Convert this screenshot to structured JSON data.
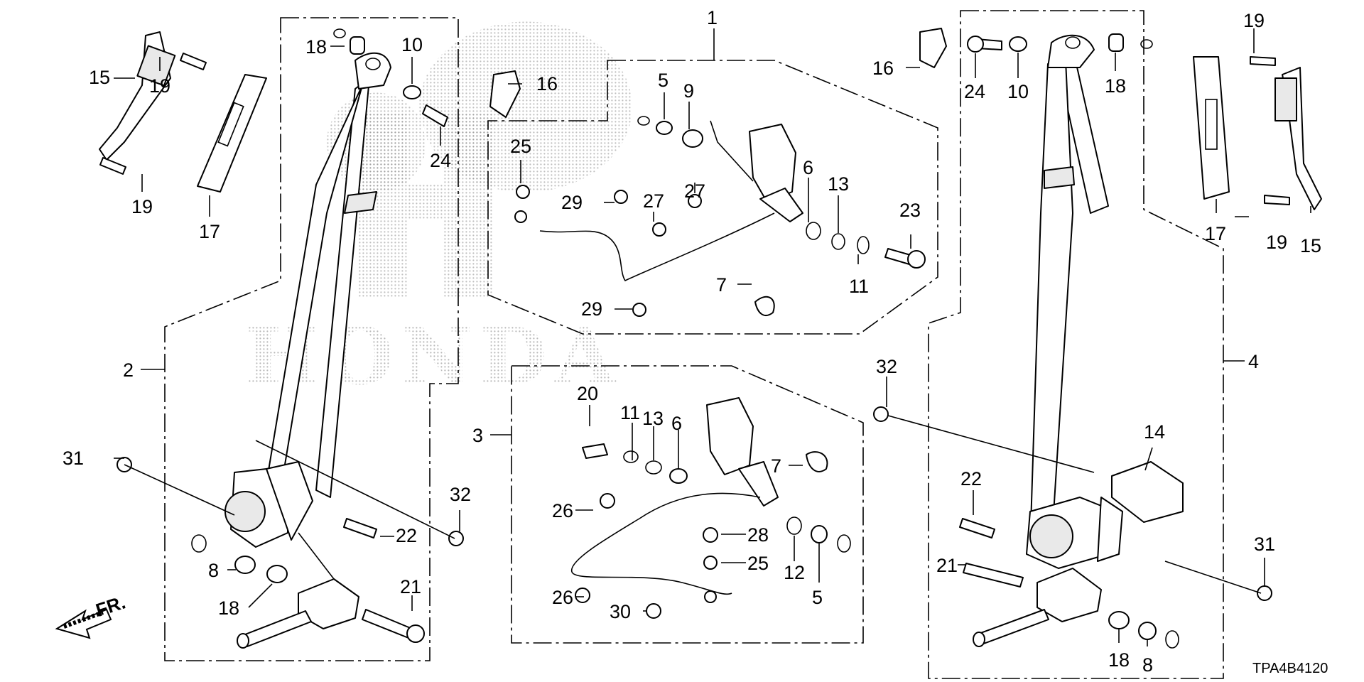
{
  "diagram_code": "TPA4B4120",
  "front_marker": "FR.",
  "watermark_text": "HONDA",
  "callouts": {
    "c1": "1",
    "c2": "2",
    "c3": "3",
    "c4": "4",
    "c15a": "15",
    "c19a": "19",
    "c19b": "19",
    "c17a": "17",
    "c18a": "18",
    "c10a": "10",
    "c24a": "24",
    "c16a": "16",
    "c25a": "25",
    "c29a": "29",
    "c29b": "29",
    "c27a": "27",
    "c27b": "27",
    "c5a": "5",
    "c9a": "9",
    "c6a": "6",
    "c13a": "13",
    "c23a": "23",
    "c11a": "11",
    "c7a": "7",
    "c16b": "16",
    "c24b": "24",
    "c10b": "10",
    "c18b": "18",
    "c19c": "19",
    "c19d": "19",
    "c17b": "17",
    "c15b": "15",
    "c31a": "31",
    "c8a": "8",
    "c18c": "18",
    "c22a": "22",
    "c32a": "32",
    "c21a": "21",
    "c20a": "20",
    "c11b": "11",
    "c13b": "13",
    "c6b": "6",
    "c7b": "7",
    "c26a": "26",
    "c28a": "28",
    "c25b": "25",
    "c12a": "12",
    "c5b": "5",
    "c26b": "26",
    "c30a": "30",
    "c32b": "32",
    "c14a": "14",
    "c22b": "22",
    "c21b": "21",
    "c31b": "31",
    "c18d": "18",
    "c8b": "8"
  }
}
